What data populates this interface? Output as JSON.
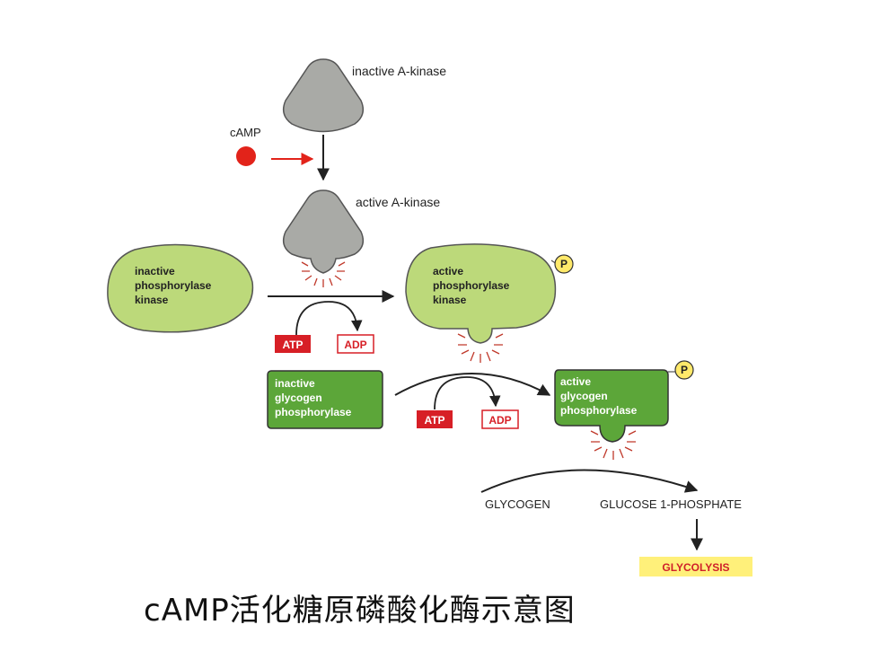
{
  "labels": {
    "inactive_akinase": "inactive A-kinase",
    "active_akinase": "active A-kinase",
    "camp": "cAMP",
    "inactive_pk": [
      "inactive",
      "phosphorylase",
      "kinase"
    ],
    "active_pk": [
      "active",
      "phosphorylase",
      "kinase"
    ],
    "inactive_gp": [
      "inactive",
      "glycogen",
      "phosphorylase"
    ],
    "active_gp": [
      "active",
      "glycogen",
      "phosphorylase"
    ],
    "atp": "ATP",
    "adp": "ADP",
    "phosphate": "P",
    "glycogen": "GLYCOGEN",
    "glucose1p": "GLUCOSE 1-PHOSPHATE",
    "glycolysis": "GLYCOLYSIS"
  },
  "caption": "cAMP活化糖原磷酸化酶示意图",
  "colors": {
    "akinase": "#a9aaa6",
    "light_enzyme": "#bcd97a",
    "dark_enzyme": "#5ca639",
    "camp": "#e2231a",
    "atp": "#d71f26",
    "adp_border": "#d71f26",
    "phosphate": "#ffe96a",
    "glycolysis_bg": "#fff07a",
    "glycolysis_text": "#d0202a",
    "active_site": "#c0392b"
  }
}
